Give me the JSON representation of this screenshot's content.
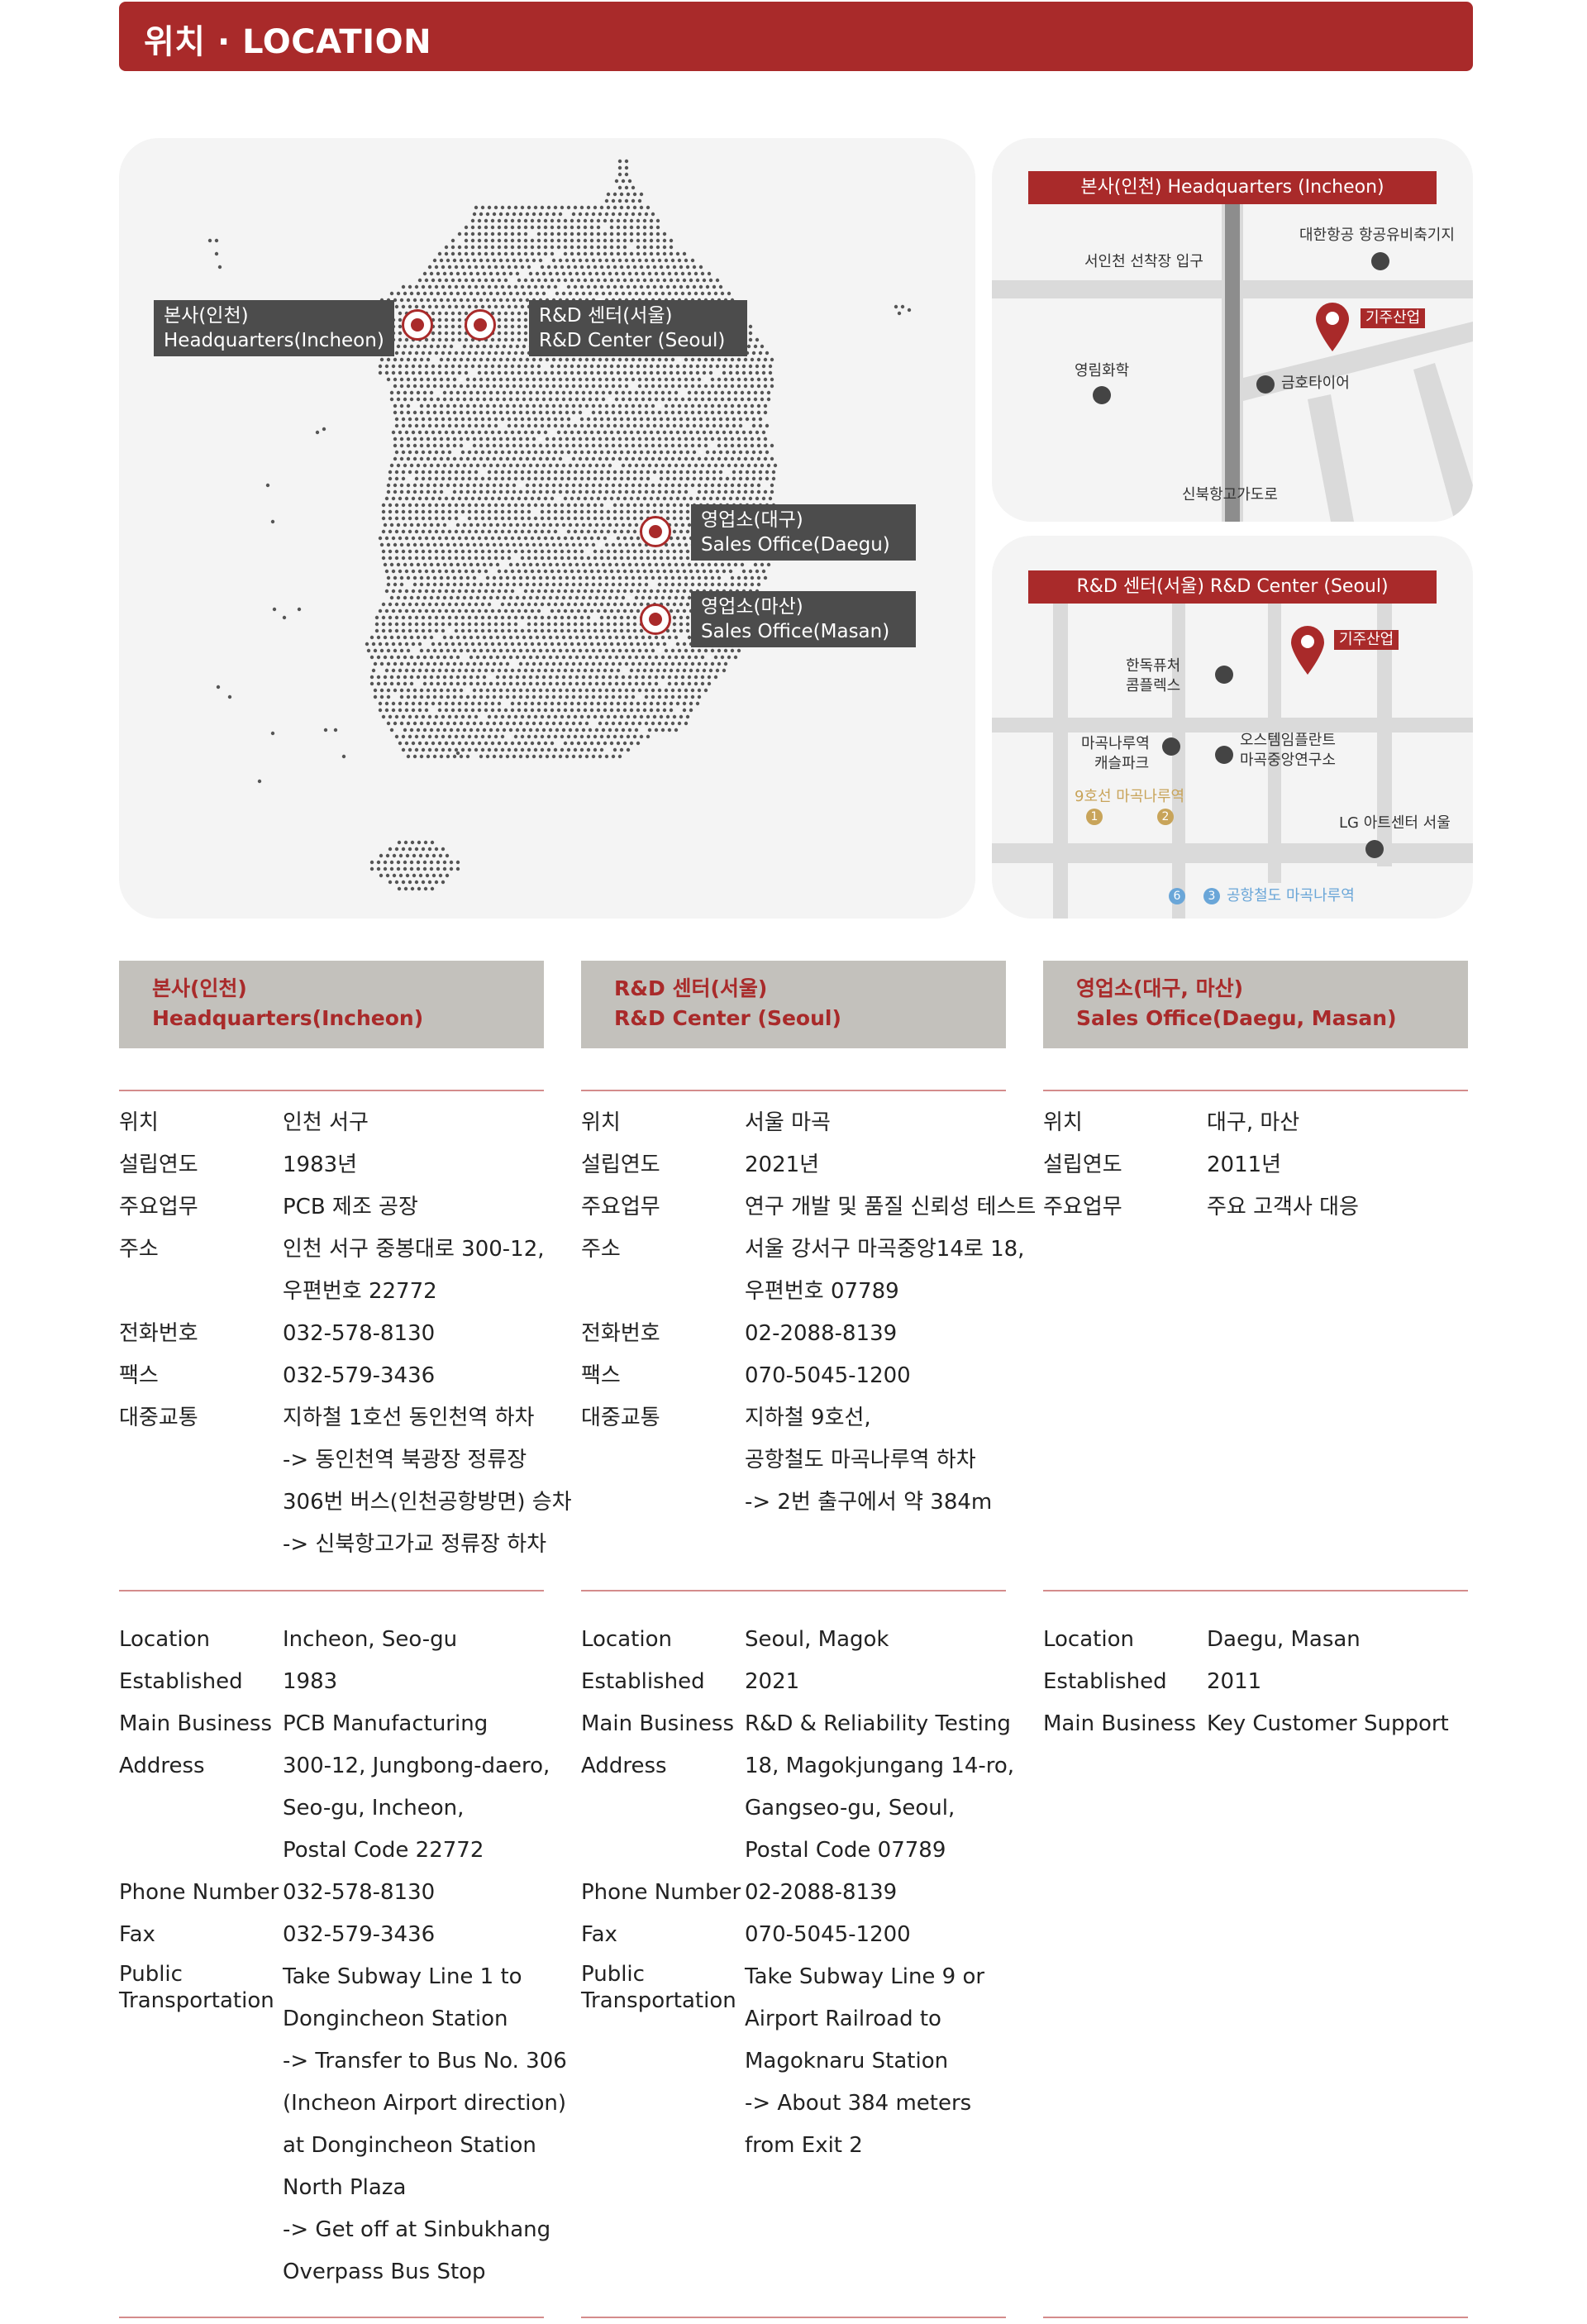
{
  "header": {
    "title": "위치 · LOCATION"
  },
  "colors": {
    "brand": "#a92a2a",
    "label_bg": "#4c4c4c",
    "card_bg": "#c3c1bc",
    "subway9": "#c8a45a",
    "airport_rail": "#6aa6d8"
  },
  "map": {
    "labels": {
      "incheon": [
        "본사(인천)",
        "Headquarters(Incheon)"
      ],
      "seoul": [
        "R&D 센터(서울)",
        "R&D Center (Seoul)"
      ],
      "daegu": [
        "영업소(대구)",
        "Sales Office(Daegu)"
      ],
      "masan": [
        "영업소(마산)",
        "Sales Office(Masan)"
      ]
    }
  },
  "incheon_map": {
    "title": "본사(인천) Headquarters (Incheon)",
    "labels": {
      "entrance": "서인천 선착장 입구",
      "korean_air": "대한항공 항공유비축기지",
      "company": "기주산업",
      "youngrim": "영림화학",
      "kumho": "금호타이어",
      "overpass": "신북항고가도로"
    }
  },
  "seoul_map": {
    "title": "R&D 센터(서울) R&D Center (Seoul)",
    "labels": {
      "company": "기주산업",
      "handok1": "한독퓨처",
      "handok2": "콤플렉스",
      "magok1": "마곡나루역",
      "magok2": "캐슬파크",
      "ostem1": "오스템임플란트",
      "ostem2": "마곡중앙연구소",
      "line9": "9호선 마곡나루역",
      "lg": "LG 아트센터 서울",
      "exit1": "1",
      "exit2": "2",
      "exit6": "6",
      "exit3": "3",
      "airport": "공항철도 마곡나루역"
    }
  },
  "cards": [
    {
      "title": [
        "본사(인천)",
        "Headquarters(Incheon)"
      ],
      "ko": [
        [
          "위치",
          "인천 서구"
        ],
        [
          "설립연도",
          "1983년"
        ],
        [
          "주요업무",
          "PCB 제조 공장"
        ],
        [
          "주소",
          "인천 서구 중봉대로 300-12,"
        ],
        [
          "",
          "우편번호 22772"
        ],
        [
          "전화번호",
          "032-578-8130"
        ],
        [
          "팩스",
          "032-579-3436"
        ],
        [
          "대중교통",
          "지하철 1호선 동인천역 하차"
        ],
        [
          "",
          "-> 동인천역 북광장 정류장"
        ],
        [
          "",
          "306번 버스(인천공항방면) 승차"
        ],
        [
          "",
          "-> 신북항고가교 정류장 하차"
        ]
      ],
      "en": [
        [
          "Location",
          "Incheon, Seo-gu"
        ],
        [
          "Established",
          "1983"
        ],
        [
          "Main Business",
          "PCB Manufacturing"
        ],
        [
          "Address",
          "300-12, Jungbong-daero,"
        ],
        [
          "",
          "Seo-gu, Incheon,"
        ],
        [
          "",
          "Postal Code 22772"
        ],
        [
          "Phone Number",
          "032-578-8130"
        ],
        [
          "Fax",
          "032-579-3436"
        ],
        [
          "Public\nTransportation",
          "Take Subway Line 1 to"
        ],
        [
          "",
          "Dongincheon Station"
        ],
        [
          "",
          "-> Transfer to Bus No. 306"
        ],
        [
          "",
          "(Incheon Airport direction)"
        ],
        [
          "",
          "at Dongincheon Station"
        ],
        [
          "",
          "North Plaza"
        ],
        [
          "",
          "-> Get off at Sinbukhang"
        ],
        [
          "",
          "Overpass Bus Stop"
        ]
      ]
    },
    {
      "title": [
        "R&D 센터(서울)",
        "R&D Center (Seoul)"
      ],
      "ko": [
        [
          "위치",
          "서울 마곡"
        ],
        [
          "설립연도",
          "2021년"
        ],
        [
          "주요업무",
          "연구 개발 및 품질 신뢰성 테스트"
        ],
        [
          "주소",
          "서울 강서구 마곡중앙14로 18,"
        ],
        [
          "",
          "우편번호 07789"
        ],
        [
          "전화번호",
          "02-2088-8139"
        ],
        [
          "팩스",
          "070-5045-1200"
        ],
        [
          "대중교통",
          "지하철 9호선,"
        ],
        [
          "",
          "공항철도 마곡나루역 하차"
        ],
        [
          "",
          "-> 2번 출구에서 약 384m"
        ]
      ],
      "en": [
        [
          "Location",
          "Seoul, Magok"
        ],
        [
          "Established",
          "2021"
        ],
        [
          "Main Business",
          "R&D & Reliability Testing"
        ],
        [
          "Address",
          "18, Magokjungang 14-ro,"
        ],
        [
          "",
          "Gangseo-gu, Seoul,"
        ],
        [
          "",
          "Postal Code 07789"
        ],
        [
          "Phone Number",
          "02-2088-8139"
        ],
        [
          "Fax",
          "070-5045-1200"
        ],
        [
          "Public\nTransportation",
          "Take Subway Line 9 or"
        ],
        [
          "",
          "Airport Railroad to"
        ],
        [
          "",
          "Magoknaru Station"
        ],
        [
          "",
          "-> About 384 meters"
        ],
        [
          "",
          "from Exit 2"
        ]
      ]
    },
    {
      "title": [
        "영업소(대구, 마산)",
        "Sales Office(Daegu, Masan)"
      ],
      "ko": [
        [
          "위치",
          "대구, 마산"
        ],
        [
          "설립연도",
          "2011년"
        ],
        [
          "주요업무",
          "주요 고객사 대응"
        ]
      ],
      "en": [
        [
          "Location",
          "Daegu, Masan"
        ],
        [
          "Established",
          "2011"
        ],
        [
          "Main Business",
          "Key Customer Support"
        ]
      ]
    }
  ]
}
